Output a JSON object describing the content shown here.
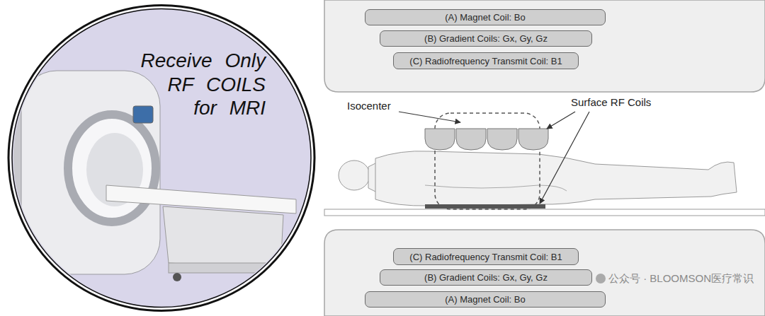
{
  "diagram": {
    "nodes": [
      {
        "text": [
          "Receive Only RF COILS for MRI"
        ]
      },
      {
        "text": [
          "(A) Magnet Coil: Bo"
        ]
      },
      {
        "text": [
          "(B) Gradient Coils: Gx, Gy, Gz"
        ]
      },
      {
        "text": [
          "(C) Radiofrequency Transmit Coil: B1"
        ]
      },
      {
        "text": [
          "(C) Radiofrequency Transmit Coil: B1"
        ]
      },
      {
        "text": [
          "(B) Gradient Coils: Gx, Gy, Gz"
        ]
      },
      {
        "text": [
          "(A) Magnet Coil: Bo"
        ]
      }
    ],
    "labels": [
      "Isocenter",
      "Surface RF Coils",
      "公众号 · BLOOMSON医疗常识"
    ]
  }
}
